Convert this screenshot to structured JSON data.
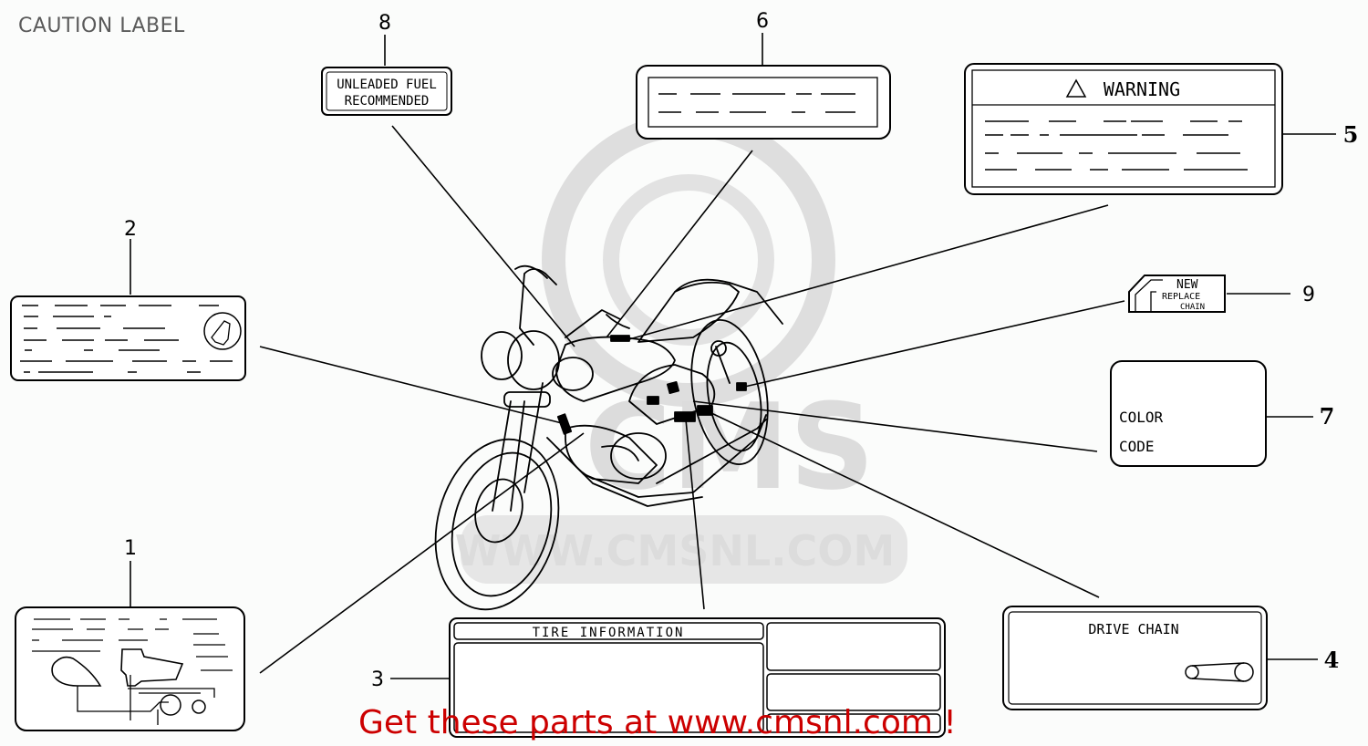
{
  "page": {
    "title": "CAUTION LABEL",
    "promo_text": "Get these parts at www.cmsnl.com !"
  },
  "watermark": {
    "text": "WWW.CMSNL.COM",
    "logo_text": "CMS",
    "color": "#dcdcdc"
  },
  "colors": {
    "line": "#000000",
    "promo": "#cc0000",
    "title": "#5a5a5a"
  },
  "callouts": [
    {
      "number": "1",
      "label": "Label 1 (routing diagram label)"
    },
    {
      "number": "2",
      "label": "Label 2 (Honda logo label)"
    },
    {
      "number": "3",
      "label": "Tire information label"
    },
    {
      "number": "4",
      "label": "Drive chain label"
    },
    {
      "number": "5",
      "label": "Warning label"
    },
    {
      "number": "6",
      "label": "Label 6"
    },
    {
      "number": "7",
      "label": "Color code label"
    },
    {
      "number": "8",
      "label": "Unleaded fuel label"
    },
    {
      "number": "9",
      "label": "New replace chain label"
    }
  ],
  "labels": {
    "fuel": {
      "line1": "UNLEADED FUEL",
      "line2": "RECOMMENDED"
    },
    "warning": {
      "icon": "warning-triangle-icon",
      "title": "WARNING"
    },
    "chain_new": {
      "line1": "NEW",
      "line2": "REPLACE",
      "line3": "CHAIN"
    },
    "color_code": {
      "line1": "COLOR",
      "line2": "CODE"
    },
    "tire": {
      "title": "TIRE INFORMATION"
    },
    "drive_chain": {
      "title": "DRIVE CHAIN"
    }
  }
}
